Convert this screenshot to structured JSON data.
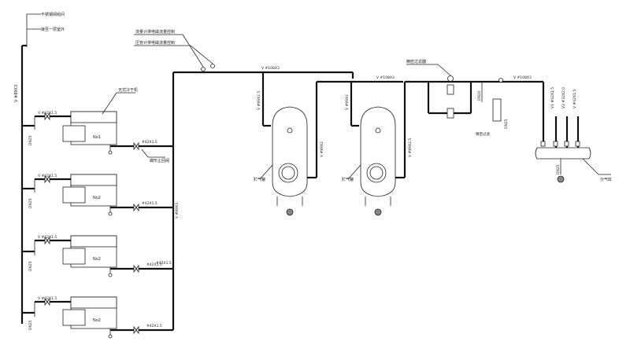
{
  "labels": {
    "top_note_1": "不锈钢阀组间",
    "top_note_2": "接至一层室外",
    "main_pipe": "V  #89X3",
    "drain": "DN25",
    "dryer_label": "无式冷干机",
    "valve_label": "蝶形止回阀",
    "mid_pipe": "V  #89X3",
    "pipe_42": "#42X1.5",
    "ctrl_1": "流量计排电磁流量控制",
    "ctrl_2": "压管计排电磁流量控制",
    "header_pipe": "V  #108X3",
    "header_pipe_2": "V  #108X3",
    "header_pipe_3": "V  #108X3",
    "tank_in_1": "V  #89X2.5",
    "tank_out_1": "V  #89X2",
    "tank_in_2": "V  #89X2",
    "tank_out_2": "V  #89X2.5",
    "tank_label": "贮气罐",
    "filter_label": "精密过滤器",
    "precise_filter": "精密过滤",
    "dn20": "DN20",
    "drain_filter": "DN25",
    "dist_label": "分气缸",
    "dist_drain": "DN25",
    "branch_1": "V1  #42X1.5",
    "branch_2": "V2  #32X2.0",
    "branch_3": "V  #42X1.5"
  },
  "compressors": [
    {
      "id": "No1",
      "pipe": "V  #42X1.5",
      "out": "#42X1.5"
    },
    {
      "id": "No2",
      "pipe": "V  #42X1.5",
      "out": "#42X1.5"
    },
    {
      "id": "No2",
      "pipe": "V  #42X1.5",
      "out": "#42X1.5"
    },
    {
      "id": "No2",
      "pipe": "V  #42X1.5",
      "out": "#42X1.5"
    }
  ]
}
